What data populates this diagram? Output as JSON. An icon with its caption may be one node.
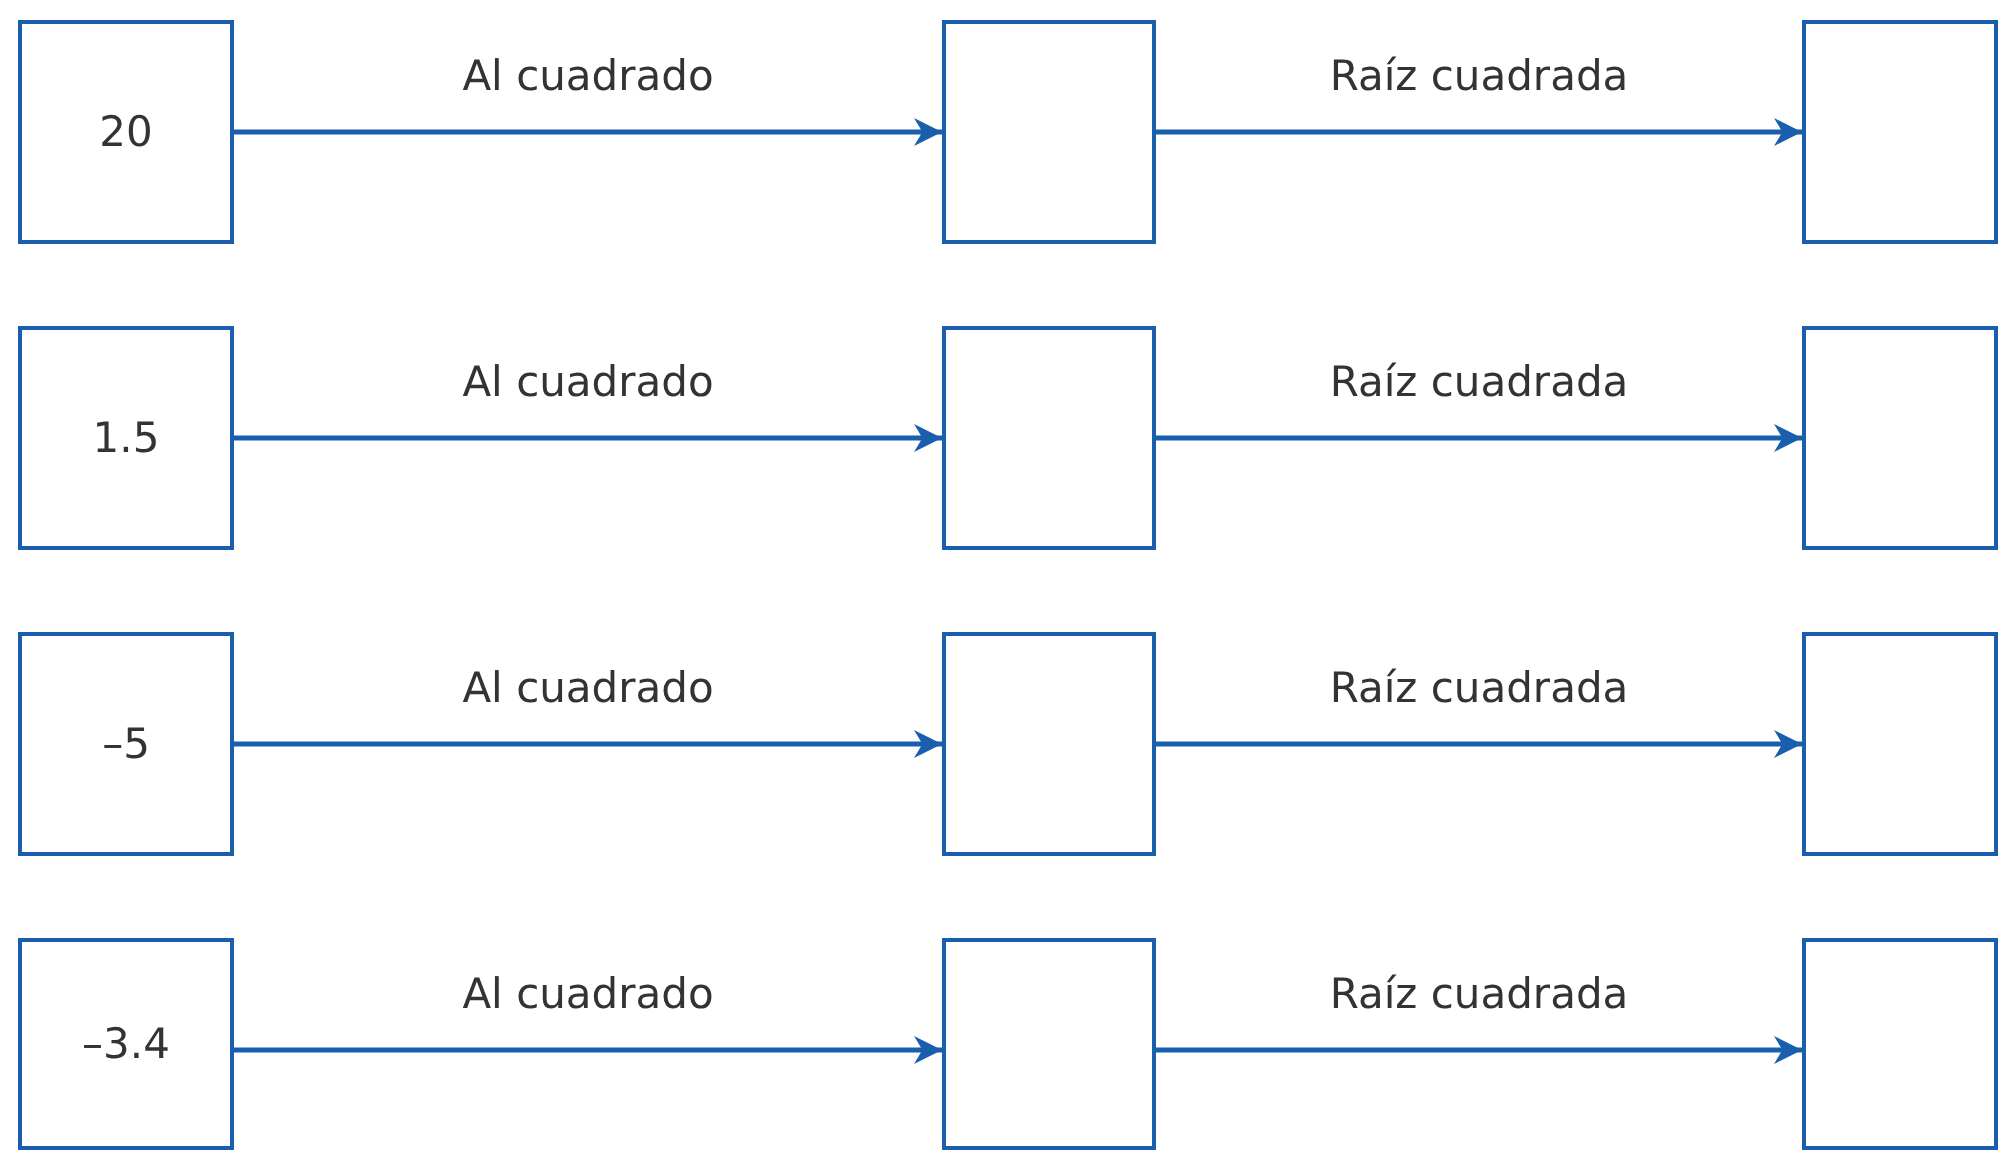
{
  "diagram": {
    "nodes": [
      {
        "text": [
          "20"
        ]
      },
      {
        "text": [],
        "shape": "box"
      },
      {
        "text": [],
        "shape": "box"
      },
      {
        "text": [
          "1.5"
        ]
      },
      {
        "text": [],
        "shape": "box"
      },
      {
        "text": [],
        "shape": "box"
      },
      {
        "text": [
          "–5"
        ]
      },
      {
        "text": [],
        "shape": "box"
      },
      {
        "text": [],
        "shape": "box"
      },
      {
        "text": [
          "–3.4"
        ]
      },
      {
        "text": [],
        "shape": "box"
      },
      {
        "text": [],
        "shape": "box"
      }
    ],
    "edges": [
      {
        "from": 0,
        "to": 1,
        "arrow": "to",
        "label": "Al cuadrado"
      },
      {
        "from": 1,
        "to": 2,
        "arrow": "to",
        "label": "Raíz cuadrada"
      },
      {
        "from": 3,
        "to": 4,
        "arrow": "to",
        "label": "Al cuadrado"
      },
      {
        "from": 4,
        "to": 5,
        "arrow": "to",
        "label": "Raíz cuadrada"
      },
      {
        "from": 6,
        "to": 7,
        "arrow": "to",
        "label": "Al cuadrado"
      },
      {
        "from": 7,
        "to": 8,
        "arrow": "to",
        "label": "Raíz cuadrada"
      },
      {
        "from": 9,
        "to": 10,
        "arrow": "to",
        "label": "Al cuadrado"
      },
      {
        "from": 10,
        "to": 11,
        "arrow": "to",
        "label": "Raíz cuadrada"
      }
    ]
  }
}
